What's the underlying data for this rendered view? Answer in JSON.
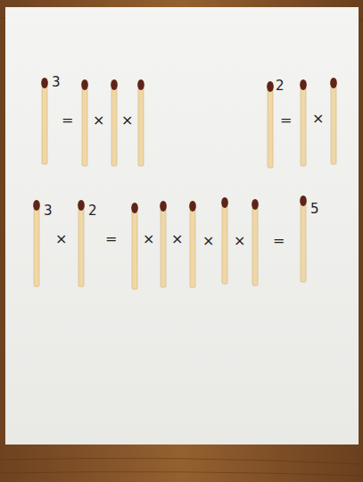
{
  "diagram": {
    "labels": [
      "3",
      "=",
      "×",
      "×",
      "2",
      "=",
      "×",
      "3",
      "×",
      "2",
      "=",
      "×",
      "×",
      "×",
      "×",
      "=",
      "5"
    ]
  }
}
